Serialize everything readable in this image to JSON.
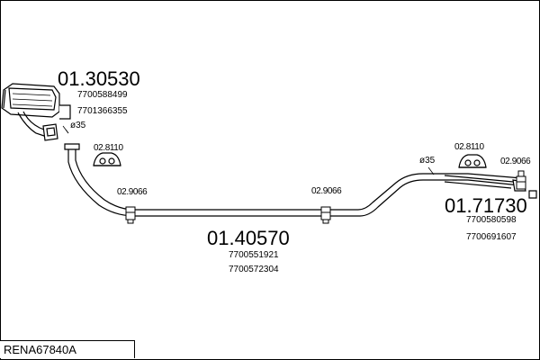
{
  "parts": {
    "front_silencer": {
      "ref": "01.30530",
      "oem": [
        "7700588499",
        "7701366355"
      ]
    },
    "middle_pipe": {
      "ref": "01.40570",
      "oem": [
        "7700551921",
        "7700572304"
      ]
    },
    "rear_pipe": {
      "ref": "01.71730",
      "oem": [
        "7700580598",
        "7700691607"
      ]
    }
  },
  "fittings": {
    "clamp_left": "02.9066",
    "clamp_mid": "02.9066",
    "clamp_right": "02.9066",
    "hanger_left": "02.8110",
    "hanger_right": "02.8110"
  },
  "diameters": {
    "left": "ø35",
    "right": "ø35"
  },
  "diagram_code": "RENA67840A"
}
